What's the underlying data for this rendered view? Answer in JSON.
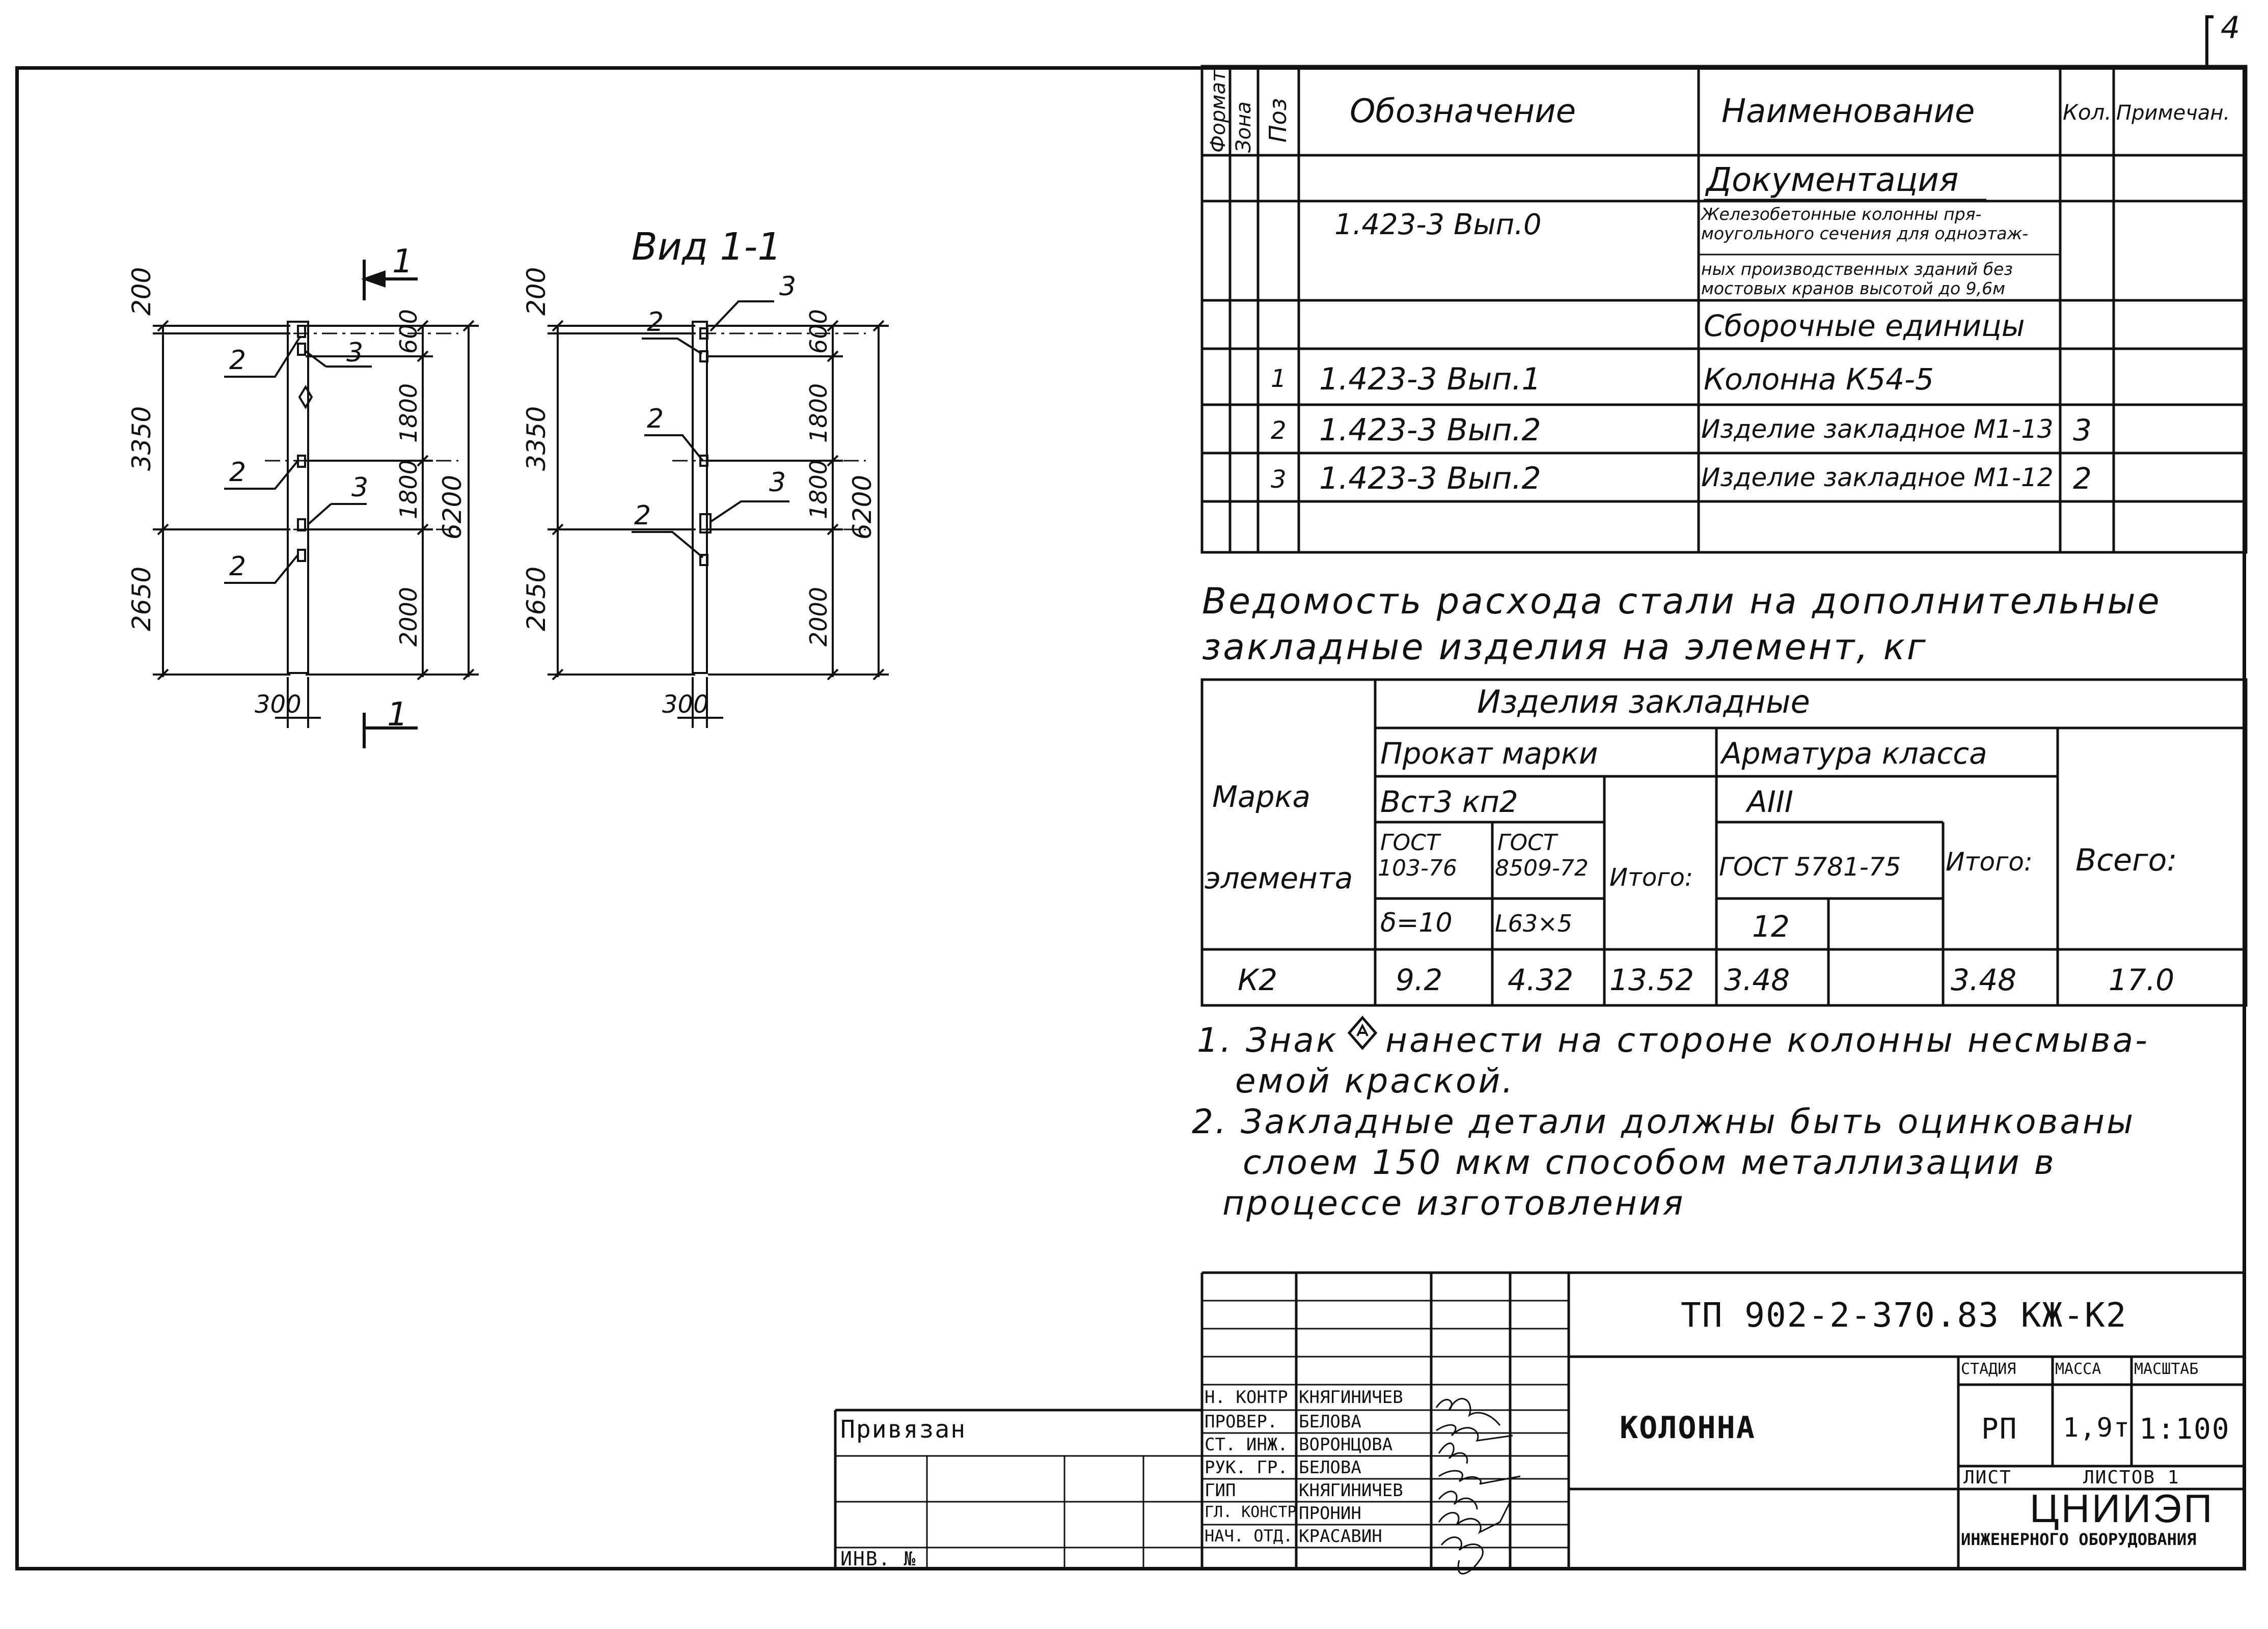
{
  "sheet_number": "4",
  "drawing": {
    "view_title": "Вид 1-1",
    "section_mark": "1",
    "left_dims": [
      "200",
      "3350",
      "2650"
    ],
    "right_dims": [
      "600",
      "1800",
      "1800",
      "2000"
    ],
    "total_dim": "6200",
    "bottom_dim": "300",
    "callouts": [
      "2",
      "3",
      "2",
      "3",
      "2"
    ]
  },
  "spec": {
    "headers": [
      "Формат",
      "Зона",
      "Поз",
      "Обозначение",
      "Наименование",
      "Кол.",
      "Примечан."
    ],
    "section_docs": "Документация",
    "doc_designation": "1.423-3 Вып.0",
    "doc_name_lines": [
      "Железобетонные колонны пря-",
      "моугольного сечения для одноэтаж-",
      "ных производственных зданий без",
      "мостовых кранов высотой до 9,6м"
    ],
    "section_units": "Сборочные единицы",
    "rows": [
      {
        "pos": "1",
        "designation": "1.423-3 Вып.1",
        "name": "Колонна К54-5",
        "qty": ""
      },
      {
        "pos": "2",
        "designation": "1.423-3 Вып.2",
        "name": "Изделие закладное М1-13",
        "qty": "3"
      },
      {
        "pos": "3",
        "designation": "1.423-3 Вып.2",
        "name": "Изделие закладное М1-12",
        "qty": "2"
      }
    ]
  },
  "steel": {
    "title_line1": "Ведомость  расхода  стали на  дополнительные",
    "title_line2": "закладные  изделия  на  элемент, кг",
    "h_items": "Изделия   закладные",
    "h_prokat": "Прокат марки",
    "h_armatura": "Арматура класса",
    "h_mark1": "Марка",
    "h_mark2": "элемента",
    "h_vst": "Вст3 кп2",
    "h_aiii": "АIII",
    "h_gost1a": "ГОСТ",
    "h_gost1b": "103-76",
    "h_gost2a": "ГОСТ",
    "h_gost2b": "8509-72",
    "h_itogo1": "Итого:",
    "h_gost3": "ГОСТ 5781-75",
    "h_itogo2": "Итого:",
    "h_vsego": "Всего:",
    "h_delta": "δ=10",
    "h_angle": "L63×5",
    "h_12": "12",
    "row": {
      "mark": "К2",
      "v1": "9.2",
      "v2": "4.32",
      "v3": "13.52",
      "v4": "3.48",
      "v5": "",
      "v6": "3.48",
      "v7": "17.0"
    }
  },
  "notes": [
    "1. Знак",
    "нанести на стороне колонны несмыва-",
    "емой краской.",
    "2. Закладные  детали должны быть  оцинкованы",
    "слоем 150 мкм  способом  металлизации в",
    "процессе  изготовления"
  ],
  "title_block": {
    "code": "ТП 902-2-370.83   КЖ-К2",
    "name": "КОЛОННА",
    "privyazan": "Привязан",
    "inv": "ИНВ. №",
    "roles": [
      "Н. КОНТР",
      "ПРОВЕР.",
      "СТ. ИНЖ.",
      "РУК. ГР.",
      "ГИП",
      "ГЛ. КОНСТР",
      "НАЧ. ОТД."
    ],
    "names": [
      "КНЯГИНИЧЕВ",
      "БЕЛОВА",
      "ВОРОНЦОВА",
      "БЕЛОВА",
      "КНЯГИНИЧЕВ",
      "ПРОНИН",
      "КРАСАВИН"
    ],
    "stage_h": "СТАДИЯ",
    "mass_h": "МАССА",
    "scale_h": "МАСШТАБ",
    "stage": "РП",
    "mass": "1,9т",
    "scale": "1:100",
    "sheet_label": "ЛИСТ",
    "sheets_label": "ЛИСТОВ 1",
    "org1": "ЦНИИЭП",
    "org2": "ИНЖЕНЕРНОГО ОБОРУДОВАНИЯ"
  }
}
